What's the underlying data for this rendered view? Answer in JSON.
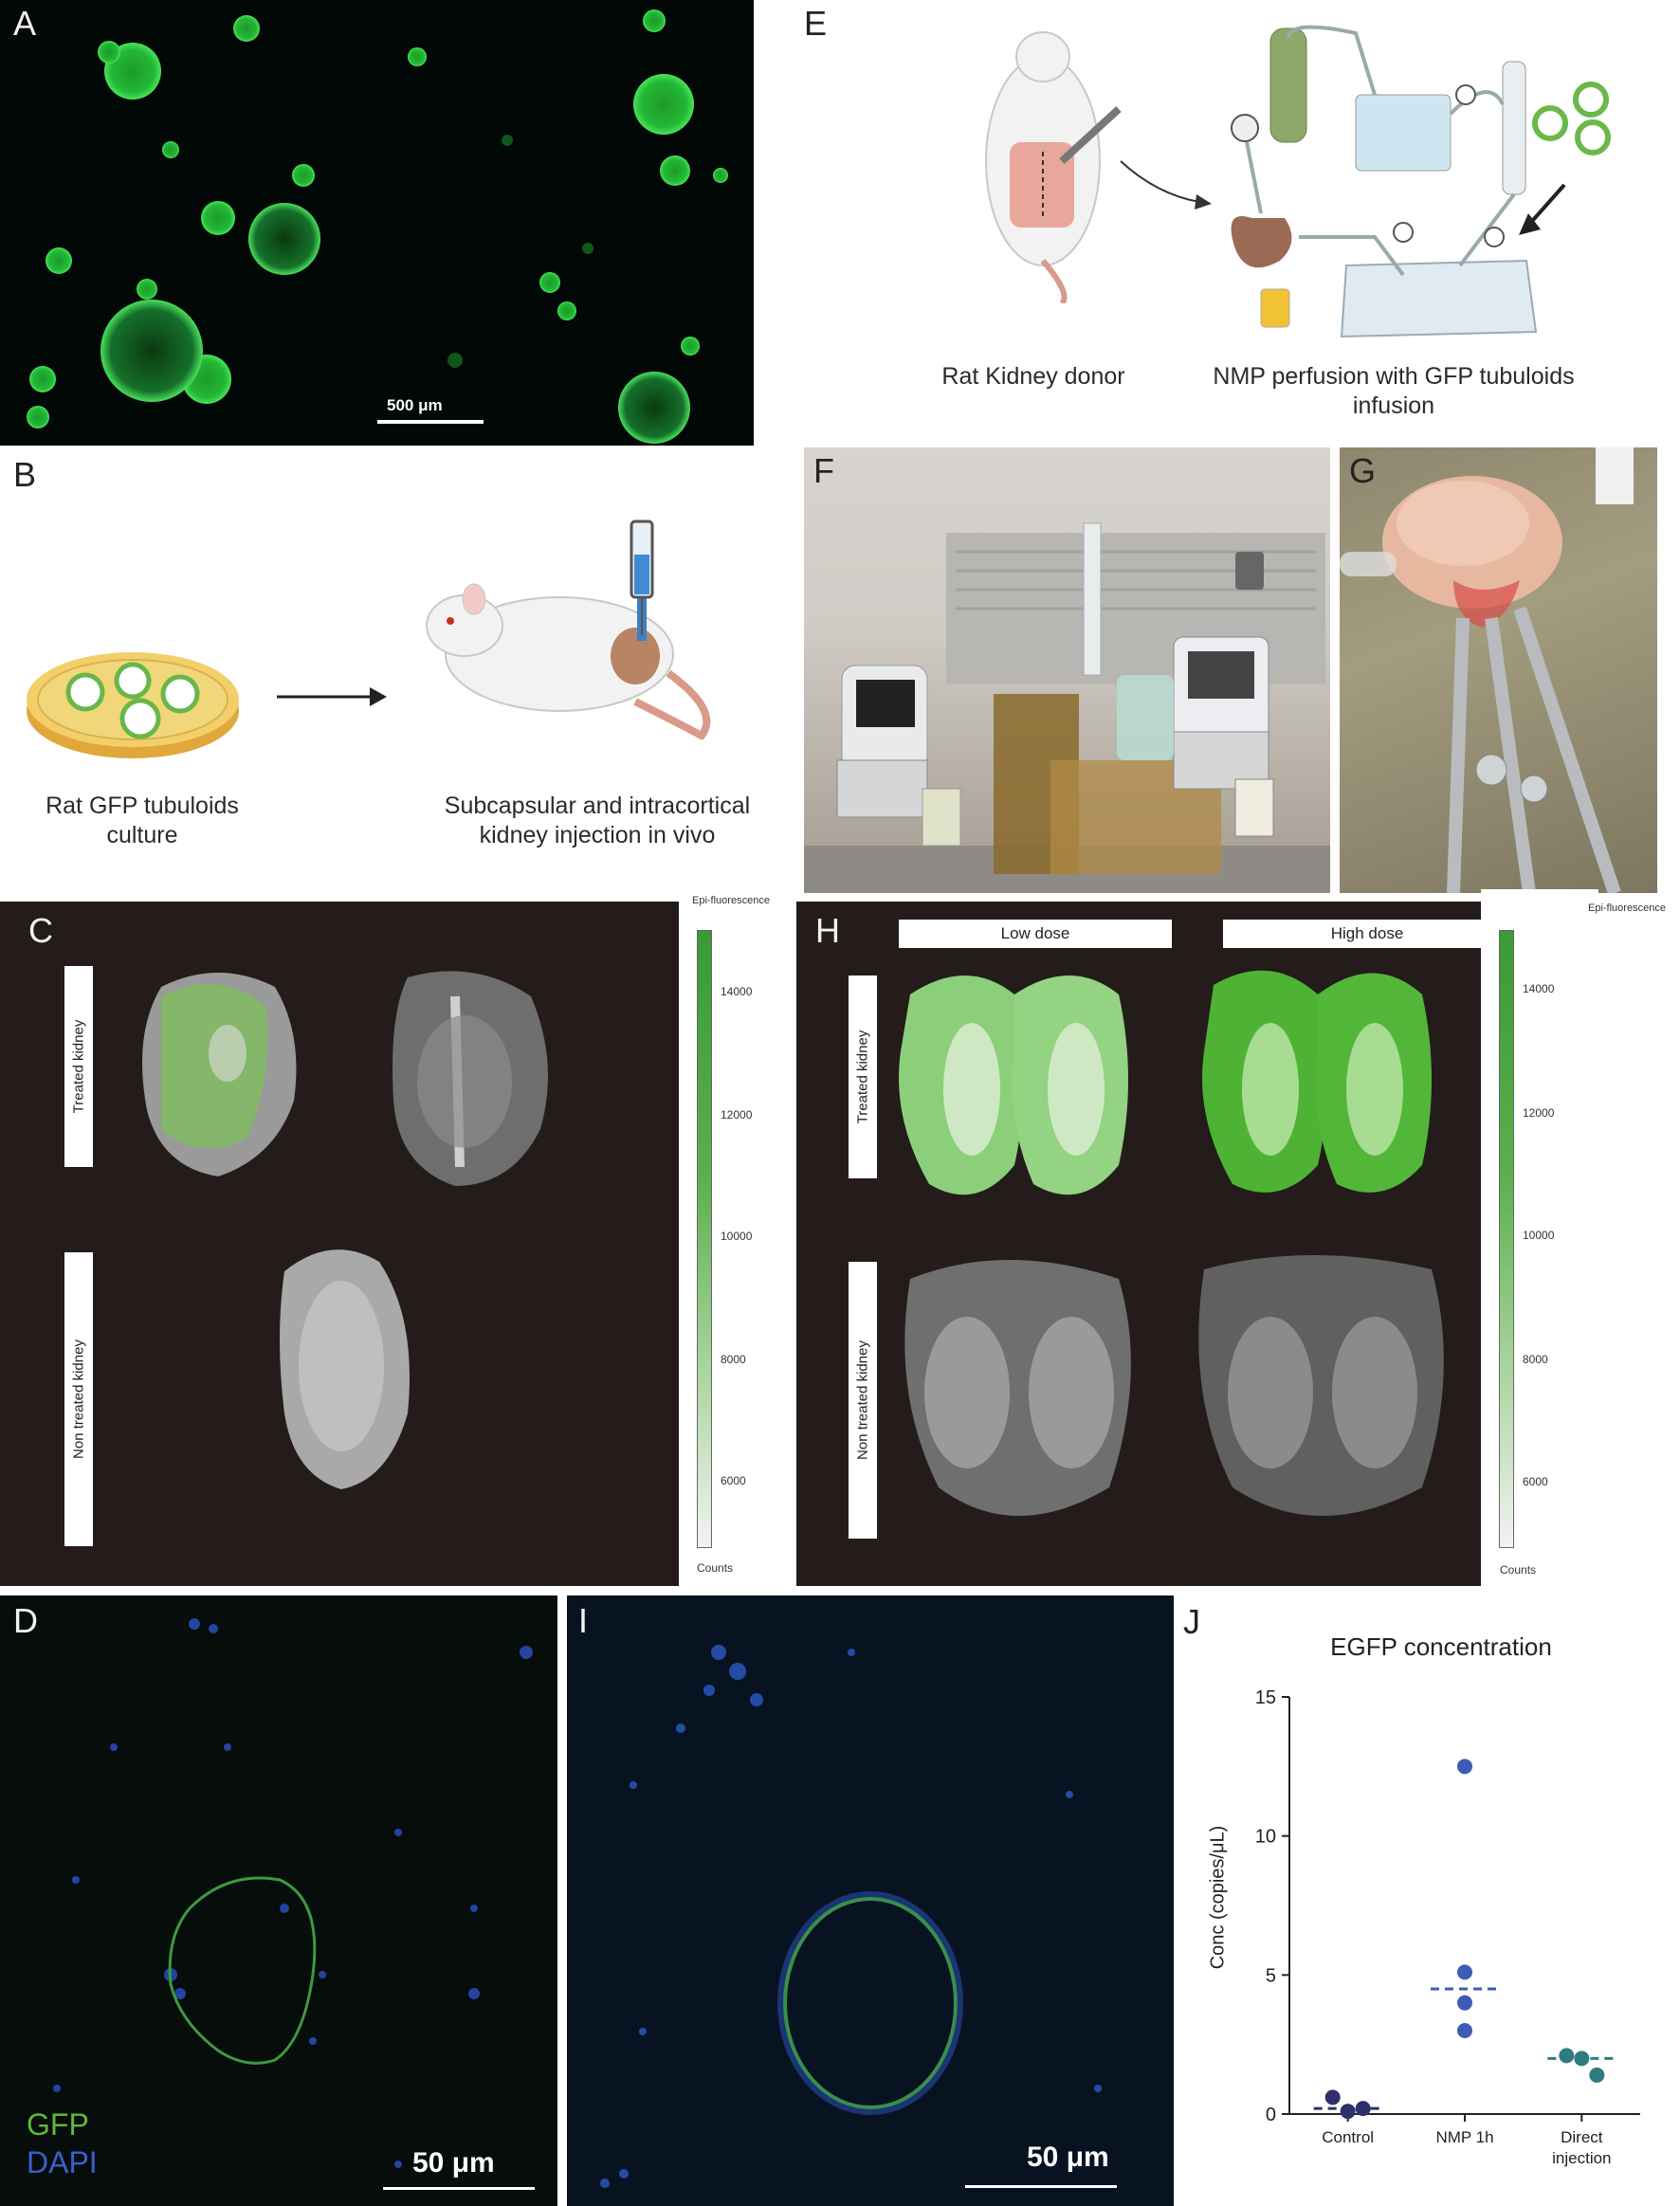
{
  "panels": {
    "A": {
      "label": "A",
      "scale_bar": "500 μm"
    },
    "B": {
      "label": "B",
      "caption_left": [
        "Rat GFP tubuloids",
        "culture"
      ],
      "caption_right": [
        "Subcapsular and intracortical",
        "kidney injection in vivo"
      ]
    },
    "C": {
      "label": "C",
      "row1": "Treated kidney",
      "row2": "Non treated kidney",
      "colorbar": {
        "title": "Epi-fluorescence",
        "units": "Counts",
        "ticks": [
          "14000",
          "12000",
          "10000",
          "8000",
          "6000"
        ]
      }
    },
    "D": {
      "label": "D",
      "legend_gfp": "GFP",
      "legend_dapi": "DAPI",
      "scale_bar": "50 μm"
    },
    "E": {
      "label": "E",
      "caption_left": "Rat Kidney donor",
      "caption_right": [
        "NMP perfusion with  GFP tubuloids",
        "infusion"
      ]
    },
    "F": {
      "label": "F"
    },
    "G": {
      "label": "G"
    },
    "H": {
      "label": "H",
      "col1": "Low dose",
      "col2": "High dose",
      "row1": "Treated kidney",
      "row2": "Non treated kidney",
      "colorbar": {
        "title": "Epi-fluorescence",
        "units": "Counts",
        "ticks": [
          "14000",
          "12000",
          "10000",
          "8000",
          "6000"
        ]
      }
    },
    "I": {
      "label": "I",
      "scale_bar": "50 μm"
    },
    "J": {
      "label": "J"
    }
  },
  "chart_data": {
    "type": "scatter",
    "title": "EGFP concentration",
    "ylabel": "Conc (copies/μL)",
    "xlabel": "",
    "categories": [
      "Control",
      "NMP 1h",
      [
        "Direct",
        "injection"
      ]
    ],
    "ylim": [
      0,
      15
    ],
    "yticks": [
      0,
      5,
      10,
      15
    ],
    "series": [
      {
        "category": 0,
        "values": [
          0.6,
          0.1,
          0.2
        ],
        "median": 0.2,
        "color": "#2f2f6e"
      },
      {
        "category": 1,
        "values": [
          12.5,
          5.1,
          4.0,
          3.0
        ],
        "median": 4.5,
        "color": "#3f5cb5"
      },
      {
        "category": 2,
        "values": [
          2.1,
          2.0,
          1.4
        ],
        "median": 2.0,
        "color": "#2f7c7e"
      }
    ]
  },
  "colors": {
    "gfp": "#3fd24a",
    "dapi": "#3b5fd0",
    "panel_dark": "#231c1a",
    "colorbar_green": "#3a9a34"
  }
}
